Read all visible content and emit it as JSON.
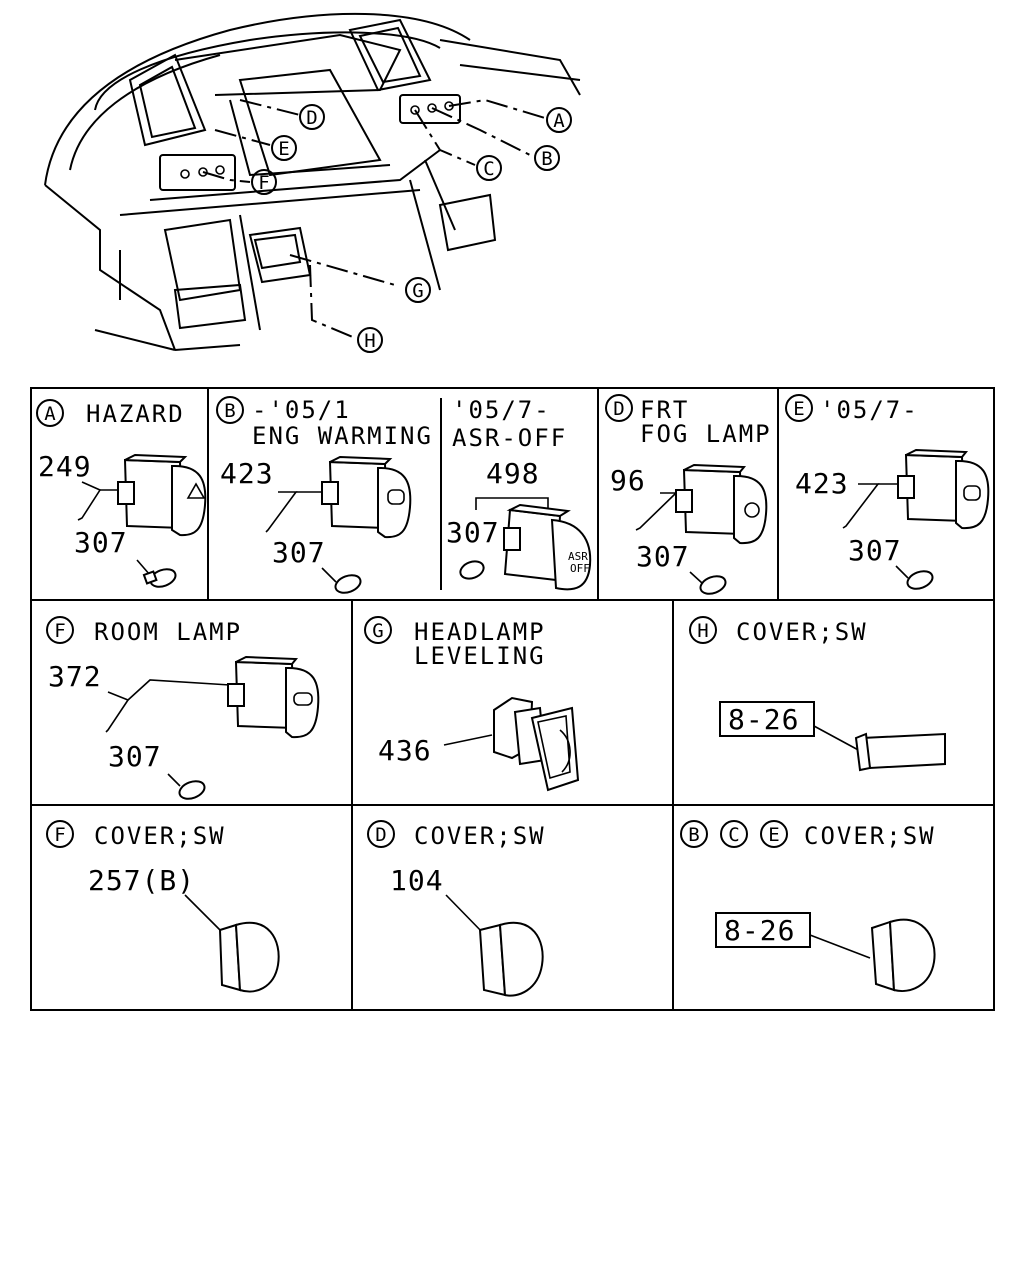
{
  "callouts": [
    "A",
    "B",
    "C",
    "D",
    "E",
    "F",
    "G",
    "H"
  ],
  "panels": {
    "A": {
      "letter": "A",
      "title": "HAZARD",
      "part": "249",
      "bulb": "307"
    },
    "B": {
      "letter": "B",
      "title_line1": "-'05/1",
      "title_line2": "ENG WARMING",
      "part": "423",
      "bulb": "307"
    },
    "B2": {
      "title_line1": "'05/7-",
      "title_line2": "ASR-OFF",
      "part": "498",
      "bulb": "307",
      "switch_text_1": "ASR",
      "switch_text_2": "OFF"
    },
    "D": {
      "letter": "D",
      "title_line1": "FRT",
      "title_line2": "FOG LAMP",
      "part": "96",
      "bulb": "307"
    },
    "E": {
      "letter": "E",
      "title": "'05/7-",
      "part": "423",
      "bulb": "307"
    },
    "F": {
      "letter": "F",
      "title": "ROOM LAMP",
      "part": "372",
      "bulb": "307"
    },
    "G": {
      "letter": "G",
      "title_line1": "HEADLAMP",
      "title_line2": "LEVELING",
      "part": "436"
    },
    "H": {
      "letter": "H",
      "title": "COVER;SW",
      "ref": "8-26"
    },
    "F2": {
      "letter": "F",
      "title": "COVER;SW",
      "part": "257(B)"
    },
    "D2": {
      "letter": "D",
      "title": "COVER;SW",
      "part": "104"
    },
    "BCE": {
      "letters": [
        "B",
        "C",
        "E"
      ],
      "title": "COVER;SW",
      "ref": "8-26"
    }
  },
  "icons": [
    "hazard-triangle-icon",
    "defroster-icon",
    "fog-lamp-icon",
    "room-lamp-icon",
    "leveling-dial-icon"
  ]
}
